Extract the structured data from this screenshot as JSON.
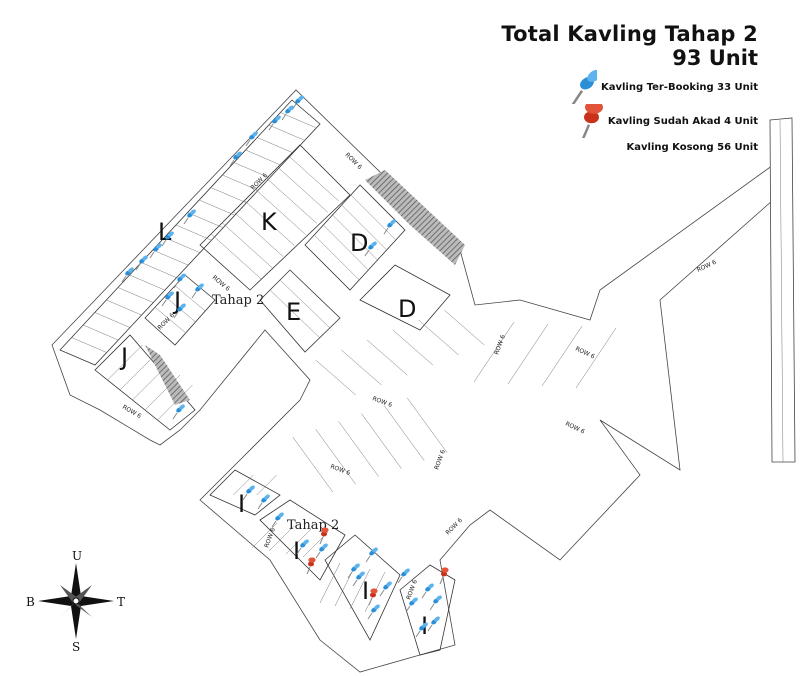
{
  "legend": {
    "title_line1": "Total Kavling Tahap 2",
    "title_line2": "93 Unit",
    "booked": {
      "label": "Kavling Ter-Booking 33 Unit",
      "icon": "blue-pushpin-icon",
      "color": "#2a8fd6"
    },
    "akad": {
      "label": "Kavling Sudah Akad 4 Unit",
      "icon": "red-pushpin-icon",
      "color": "#d63a1f"
    },
    "empty": {
      "label": "Kavling Kosong 56 Unit"
    }
  },
  "map": {
    "blocks": [
      "L",
      "K",
      "D",
      "J",
      "E",
      "D",
      "J",
      "I",
      "I",
      "I",
      "I"
    ],
    "phase_labels": [
      "Tahap 2",
      "Tahap 2"
    ],
    "road_label": "ROW 6",
    "compass": {
      "north": "U",
      "south": "S",
      "west": "B",
      "east": "T"
    }
  }
}
